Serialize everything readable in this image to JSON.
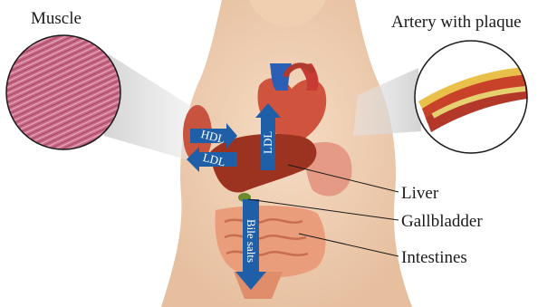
{
  "labels": {
    "muscle": "Muscle",
    "artery": "Artery with plaque",
    "liver": "Liver",
    "gallbladder": "Gallbladder",
    "intestines": "Intestines"
  },
  "arrows": {
    "hdl": "HDL",
    "ldl_left": "LDL",
    "ldl_up": "LDL",
    "bile": "Bile salts"
  },
  "colors": {
    "arrow_blue": "#1f5fa8",
    "skin": "#f2d3b8",
    "muscle": "#c9667f",
    "liver": "#a0321f",
    "intestine": "#e8a07c"
  }
}
